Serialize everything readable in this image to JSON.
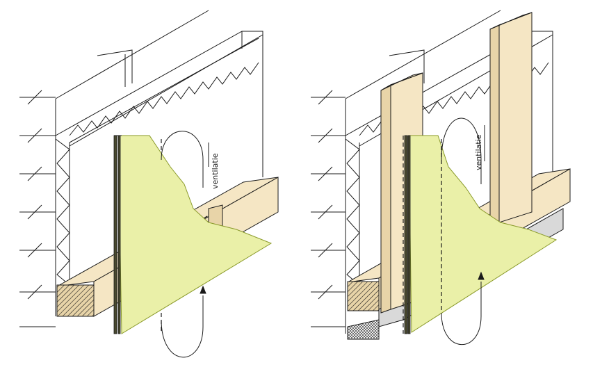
{
  "diagrams": [
    {
      "id": "left",
      "ventilation_label": "ventilatie"
    },
    {
      "id": "right",
      "ventilation_label": "ventilatie"
    }
  ],
  "colors": {
    "panel": "#eaf0a8",
    "wood": "#f5e6c4",
    "metal": "#d9d9d9",
    "line": "#1a1a1a"
  }
}
